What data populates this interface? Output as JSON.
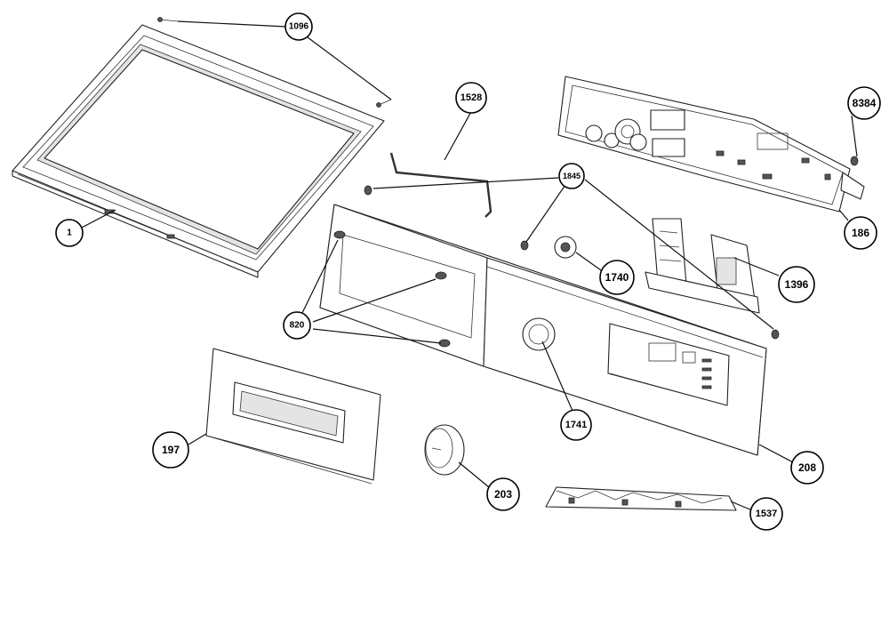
{
  "diagram": {
    "callouts": [
      {
        "id": "c1096",
        "label": "1096"
      },
      {
        "id": "c1",
        "label": "1"
      },
      {
        "id": "c1528",
        "label": "1528"
      },
      {
        "id": "c8384",
        "label": "8384"
      },
      {
        "id": "c1845",
        "label": "1845"
      },
      {
        "id": "c186",
        "label": "186"
      },
      {
        "id": "c1740",
        "label": "1740"
      },
      {
        "id": "c1396",
        "label": "1396"
      },
      {
        "id": "c820",
        "label": "820"
      },
      {
        "id": "c1741",
        "label": "1741"
      },
      {
        "id": "c197",
        "label": "197"
      },
      {
        "id": "c208",
        "label": "208"
      },
      {
        "id": "c203",
        "label": "203"
      },
      {
        "id": "c1537",
        "label": "1537"
      }
    ]
  }
}
